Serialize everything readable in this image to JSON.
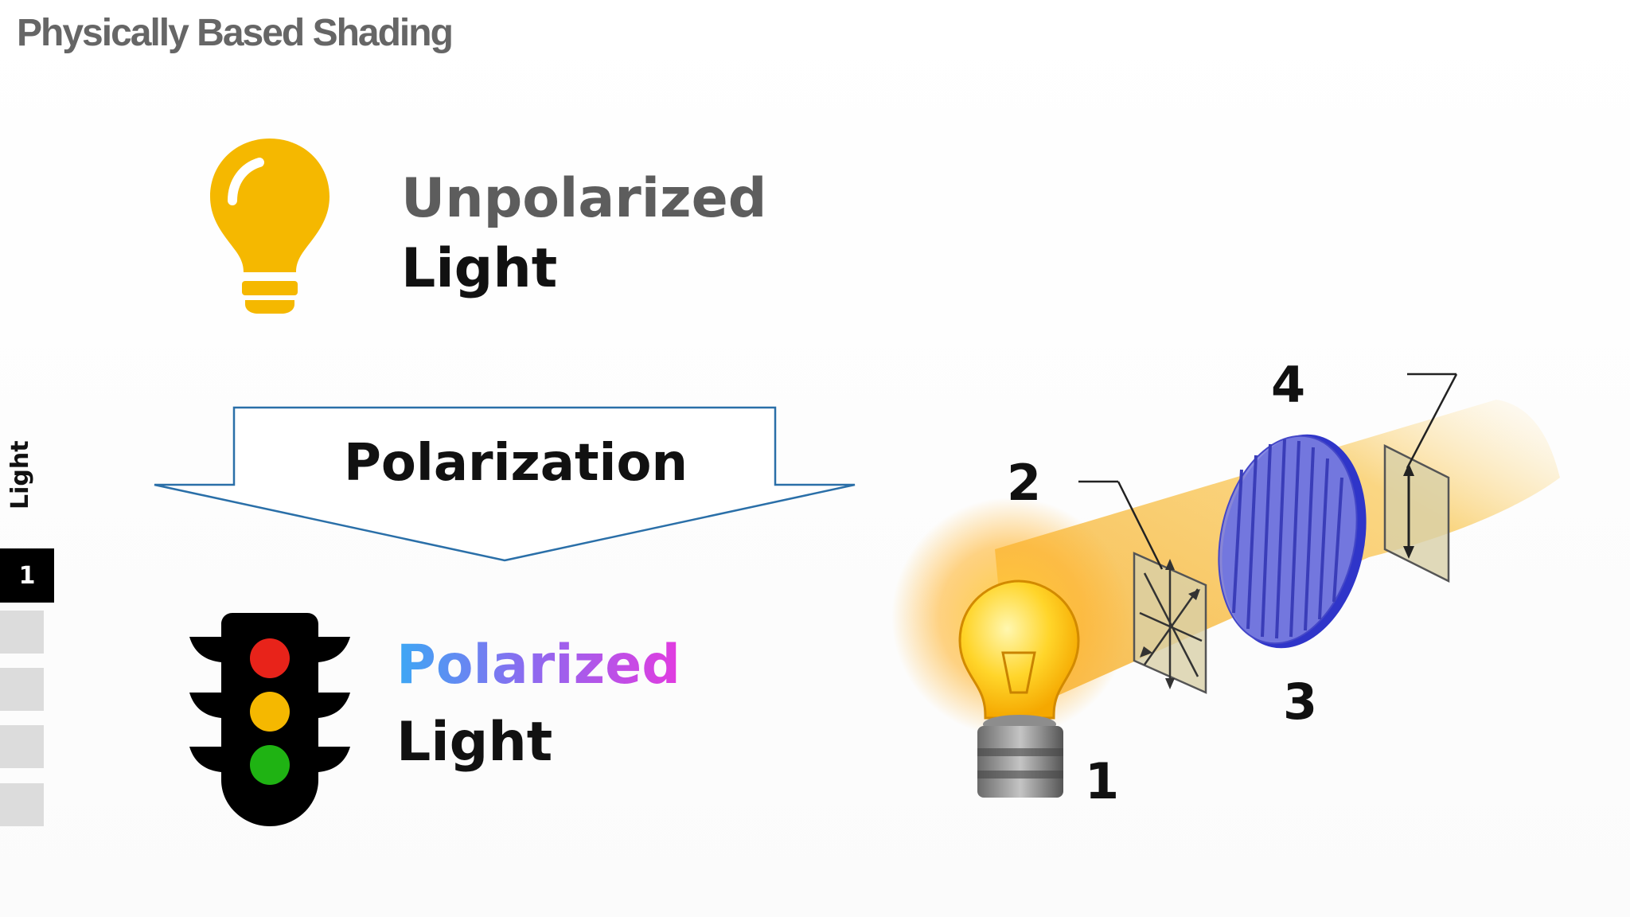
{
  "slide": {
    "title": "Physically Based Shading",
    "section_label": "Light",
    "current_page": "1"
  },
  "concepts": {
    "unpolarized_line1": "Unpolarized",
    "unpolarized_line2": "Light",
    "arrow_label": "Polarization",
    "polarized_line1": "Polarized",
    "polarized_line2": "Light"
  },
  "diagram": {
    "labels": [
      "1",
      "2",
      "3",
      "4"
    ]
  },
  "colors": {
    "bulb_icon": "#f5b800",
    "traffic_light_body": "#000000",
    "traffic_red": "#e8231a",
    "traffic_amber": "#f5b800",
    "traffic_green": "#1fb313",
    "arrow_outline": "#2a6fa8",
    "polarizer_disc": "#5a5ad8",
    "beam": "#f9c95a"
  },
  "icons": [
    "lightbulb-icon",
    "traffic-light-icon"
  ]
}
